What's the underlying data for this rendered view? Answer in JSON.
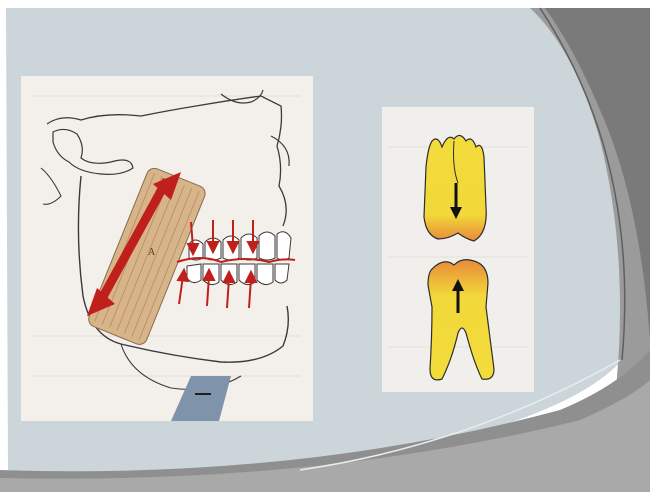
{
  "slide": {
    "colors": {
      "background": "#c9d3d8",
      "accent_dark": "#6e6e6e",
      "accent_mid": "#9a9a9a",
      "arrow_red": "#c0201c",
      "tooth_yellow": "#f2dc3a",
      "tooth_orange": "#e88a3a",
      "muscle_tan": "#d9b48a"
    },
    "jaw_figure": {
      "muscle_label": "A",
      "icons": [
        "double-headed-arrow",
        "bite-force-arrows"
      ]
    },
    "teeth_figure": {
      "icons": [
        "down-arrow",
        "up-arrow"
      ]
    }
  }
}
